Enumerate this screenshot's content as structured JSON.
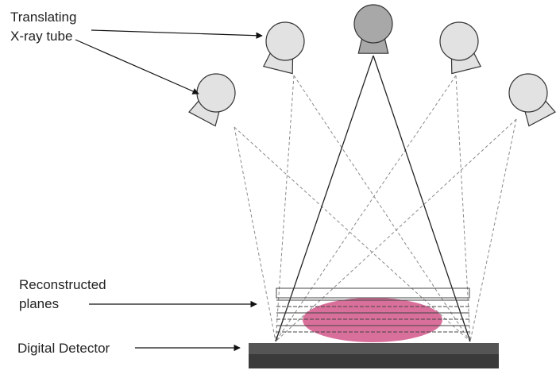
{
  "labels": {
    "tube_line1": "Translating",
    "tube_line2": "X-ray tube",
    "planes_line1": "Reconstructed",
    "planes_line2": "planes",
    "detector": "Digital Detector"
  },
  "colors": {
    "tube_fill": "#e2e2e2",
    "tube_active_fill": "#a8a8a8",
    "tube_stroke": "#333333",
    "beam_dashed": "#8a8a8a",
    "beam_solid": "#222222",
    "object": "#d9709b",
    "detector_top": "#555555",
    "detector_bottom": "#3a3a3a",
    "plane_line": "#444444"
  }
}
